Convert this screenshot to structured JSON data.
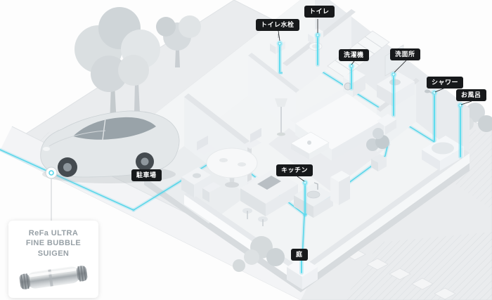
{
  "colors": {
    "pipe": "#54d6e9",
    "label_bg": "#17191b",
    "label_text": "#ffffff"
  },
  "labels": [
    {
      "id": "toilet",
      "text": "トイレ"
    },
    {
      "id": "toilet-faucet",
      "text": "トイレ水栓"
    },
    {
      "id": "washing-machine",
      "text": "洗濯機"
    },
    {
      "id": "washroom",
      "text": "洗面所"
    },
    {
      "id": "shower",
      "text": "シャワー"
    },
    {
      "id": "bath",
      "text": "お風呂"
    },
    {
      "id": "parking",
      "text": "駐車場"
    },
    {
      "id": "kitchen",
      "text": "キッチン"
    },
    {
      "id": "garden",
      "text": "庭"
    }
  ],
  "product_card": {
    "line1": "ReFa ULTRA",
    "line2": "FINE BUBBLE",
    "line3": "SUIGEN"
  }
}
